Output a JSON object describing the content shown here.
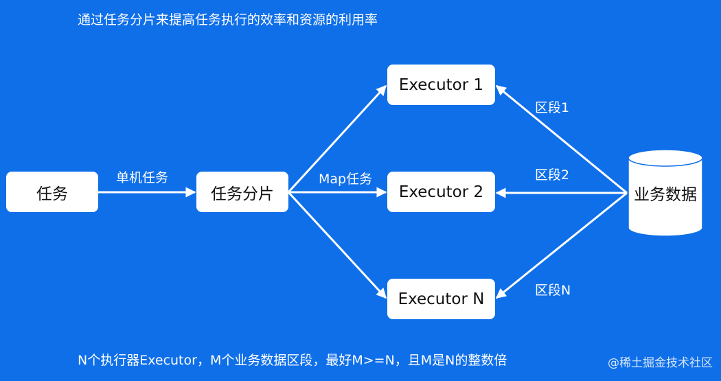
{
  "title": "通过任务分片来提高任务执行的效率和资源的利用率",
  "nodes": {
    "task": "任务",
    "shard": "任务分片",
    "executor_1": "Executor 1",
    "executor_2": "Executor 2",
    "executor_n": "Executor N",
    "business_data": "业务数据"
  },
  "edges": {
    "single_machine_task": "单机任务",
    "map_task": "Map任务",
    "segment_1": "区段1",
    "segment_2": "区段2",
    "segment_n": "区段N"
  },
  "footer": "N个执行器Executor，M个业务数据区段，最好M>=N，且M是N的整数倍",
  "watermark": "@稀土掘金技术社区",
  "colors": {
    "background": "#0f6fe9",
    "box": "#ffffff",
    "arrow": "#ffffff"
  }
}
